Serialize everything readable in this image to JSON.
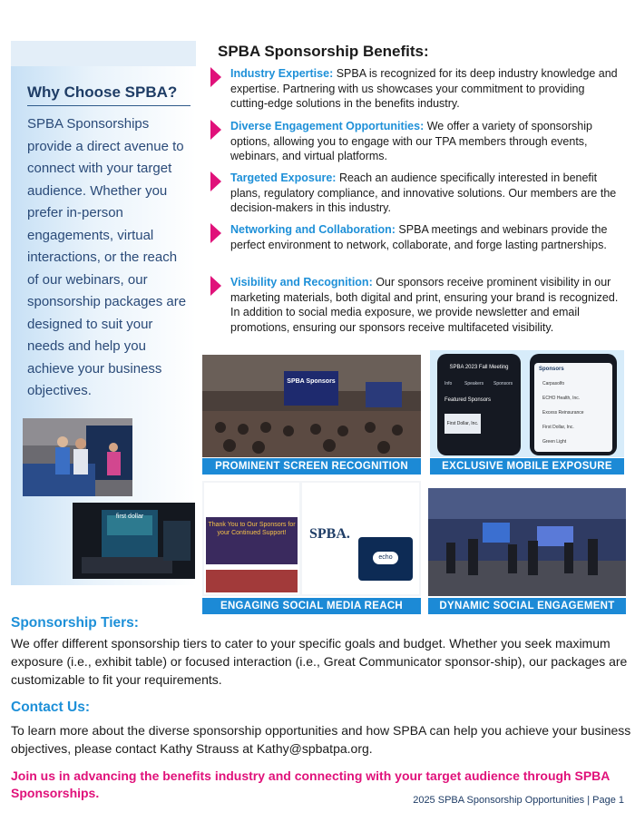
{
  "sidebar": {
    "title": "Why Choose SPBA?",
    "body": "SPBA Sponsorships provide a direct avenue to connect with your target audience. Whether you prefer in-person engagements, virtual interactions, or the reach of our webinars, our sponsorship packages are designed to suit your needs and help you achieve your business objectives."
  },
  "benefits": {
    "title": "SPBA Sponsorship Benefits:",
    "items": [
      {
        "lead": "Industry Expertise:",
        "text": " SPBA is recognized for its deep industry knowledge and expertise. Partnering with us showcases your commitment to providing cutting-edge solutions in the benefits industry."
      },
      {
        "lead": "Diverse Engagement Opportunities:",
        "text": " We offer a variety of sponsorship options, allowing you to engage with our TPA members through events, webinars, and virtual platforms."
      },
      {
        "lead": "Targeted Exposure:",
        "text": " Reach an audience specifically interested in benefit plans, regulatory compliance, and innovative solutions. Our members are the decision-makers in this industry."
      },
      {
        "lead": "Networking and Collaboration:",
        "text": " SPBA meetings and webinars provide the perfect environment to network, collaborate, and forge lasting partnerships."
      },
      {
        "lead": "Visibility and Recognition:",
        "text": " Our sponsors receive prominent visibility in our marketing materials, both digital and print, ensuring your brand is recognized. In addition to social media exposure, we provide newsletter and email promotions, ensuring our sponsors receive multifaceted visibility."
      }
    ]
  },
  "gallery": {
    "captions": [
      "PROMINENT SCREEN RECOGNITION",
      "EXCLUSIVE MOBILE EXPOSURE",
      "ENGAGING SOCIAL MEDIA REACH",
      "DYNAMIC SOCIAL ENGAGEMENT"
    ],
    "screen_text": "SPBA Sponsors",
    "phone1_title": "SPBA 2023 Fall Meeting",
    "phone1_tabs": [
      "Info",
      "Speakers",
      "Sponsors"
    ],
    "phone1_section": "Featured Sponsors",
    "phone1_card": "First Dollar, Inc.",
    "phone2_title": "Sponsors",
    "phone2_list": [
      "Carpasolfo",
      "ECHO Health, Inc.",
      "Excess Reinsurance",
      "First Dollar, Inc.",
      "Green Light"
    ],
    "social_thanks": "Thank You to Our Sponsors for your Continued Support!",
    "social_logo": "SPBA.",
    "social_bubble": "echo",
    "booth_sign": "first dollar"
  },
  "tiers": {
    "heading": "Sponsorship Tiers:",
    "body": "We offer different sponsorship tiers to cater to your specific goals and budget. Whether you seek maximum exposure (i.e., exhibit table) or focused interaction (i.e., Great Communicator sponsor-ship), our packages are customizable to fit your requirements."
  },
  "contact": {
    "heading": "Contact Us:",
    "body": "To learn more about the diverse sponsorship opportunities and how SPBA can help you achieve your business objectives, please contact Kathy Strauss at Kathy@spbatpa.org."
  },
  "closing": "Join us in advancing the benefits industry and connecting with your target audience through SPBA Sponsorships.",
  "footer": "2025 SPBA Sponsorship Opportunities | Page 1",
  "colors": {
    "accent_blue": "#1e90d8",
    "accent_pink": "#e0117a",
    "navy": "#1f3d66",
    "caption_bg": "#1c8ad6"
  }
}
